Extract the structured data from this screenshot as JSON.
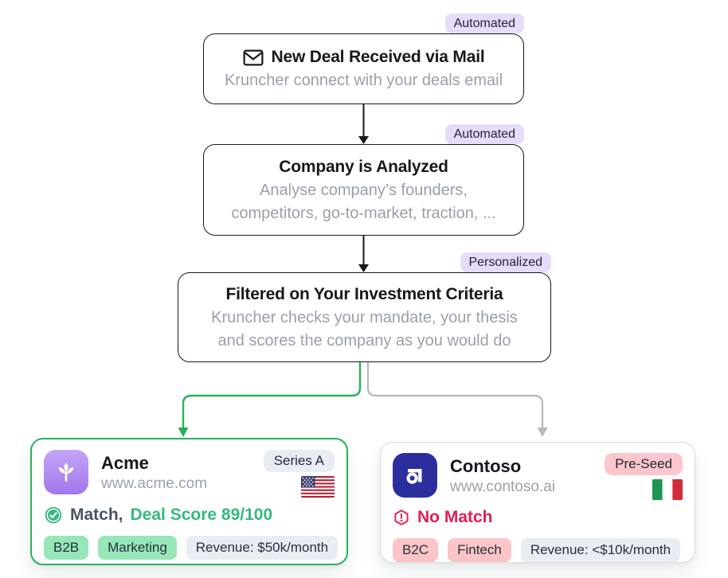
{
  "flow": {
    "steps": [
      {
        "badge": "Automated",
        "icon": "mail-icon",
        "title": "New Deal Received via Mail",
        "subtitle_lines": [
          "Kruncher connect with your deals email"
        ]
      },
      {
        "badge": "Automated",
        "title": "Company is Analyzed",
        "subtitle_lines": [
          "Analyse company’s founders,",
          "competitors, go-to-market, traction, ..."
        ]
      },
      {
        "badge": "Personalized",
        "title": "Filtered on Your Investment Criteria",
        "subtitle_lines": [
          "Kruncher checks your mandate, your thesis",
          "and scores the company as you would do"
        ]
      }
    ]
  },
  "results": {
    "match_card": {
      "logo": "sprout-icon",
      "company": "Acme",
      "website": "www.acme.com",
      "stage": "Series A",
      "flag": "us-flag",
      "status_icon": "check-circle-icon",
      "status_prefix": "Match,",
      "status_detail": "Deal Score 89/100",
      "tags": [
        "B2B",
        "Marketing"
      ],
      "revenue": "Revenue: $50k/month"
    },
    "no_match_card": {
      "logo": "contoso-logo-icon",
      "company": "Contoso",
      "website": "www.contoso.ai",
      "stage": "Pre-Seed",
      "flag": "italy-flag",
      "status_icon": "alert-hexagon-icon",
      "status": "No Match",
      "tags": [
        "B2C",
        "Fintech"
      ],
      "revenue": "Revenue: <$10k/month"
    }
  },
  "colors": {
    "accent_green_border": "#25b25b",
    "green_text": "#35b97c",
    "accent_red": "#e01e55",
    "lavender_badge_bg": "#e7dcfb",
    "tag_green_bg": "#97e6b7",
    "tag_pink_bg": "#fbc5c8",
    "tag_neutral_bg": "#e9ecf3",
    "connector_gray": "#b6b8be",
    "connector_black": "#15181d",
    "acme_logo_purple": "#a177ec",
    "contoso_logo_indigo": "#2b2f9e"
  }
}
